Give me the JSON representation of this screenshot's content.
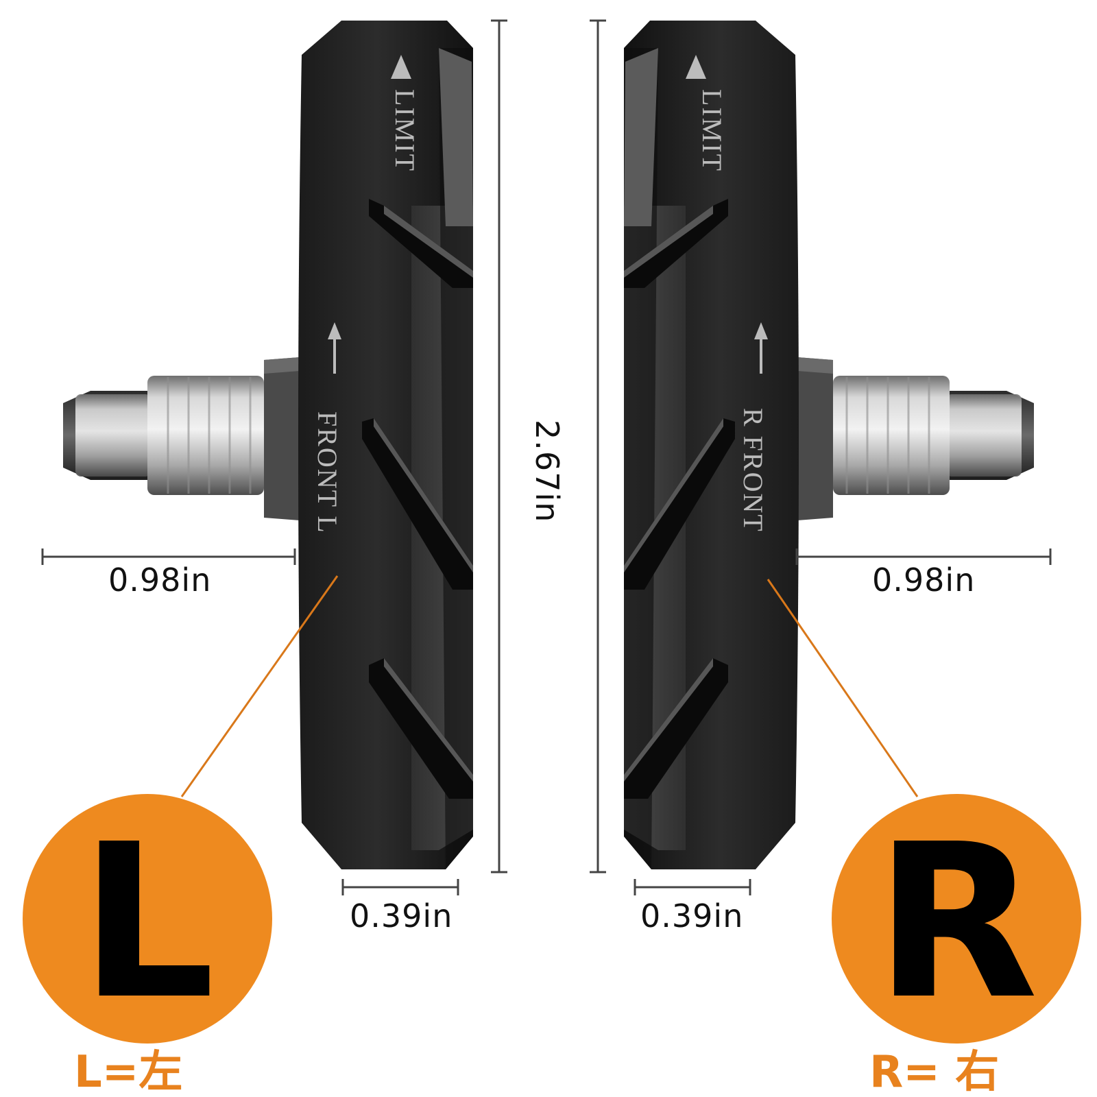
{
  "product": {
    "left_pad": {
      "limit_marking": "LIMIT",
      "front_marking": "FRONT L",
      "badge_letter": "L",
      "caption": "L=左"
    },
    "right_pad": {
      "limit_marking": "LIMIT",
      "front_marking": "R FRONT",
      "badge_letter": "R",
      "caption": "R= 右"
    }
  },
  "dimensions": {
    "height": "2.67in",
    "left_stud_length": "0.98in",
    "right_stud_length": "0.98in",
    "left_pad_width": "0.39in",
    "right_pad_width": "0.39in"
  },
  "colors": {
    "accent_orange": "#ee8a1f",
    "callout_line": "#d9781a",
    "pad_black": "#1a1a1a",
    "pad_grey": "#555555",
    "stud_silver": "#bfbfbf"
  }
}
